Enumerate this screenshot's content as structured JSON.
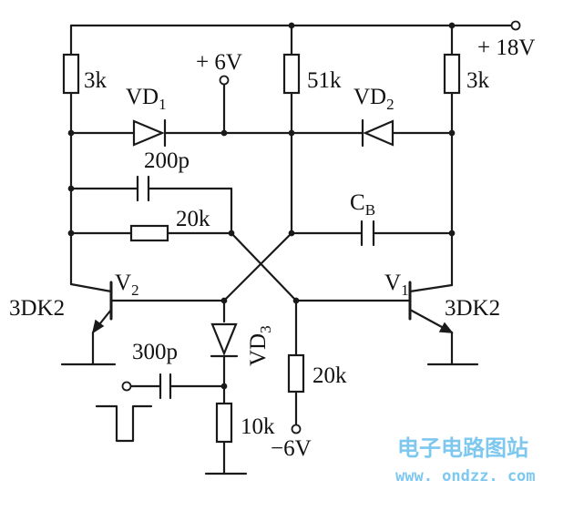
{
  "labels": {
    "supply_18v": "+ 18V",
    "supply_6v": "+ 6V",
    "supply_neg6v": "−6V",
    "r_left_top": "3k",
    "r_mid_top": "51k",
    "r_right_top": "3k",
    "d1_main": "VD",
    "d1_sub": "1",
    "d2_main": "VD",
    "d2_sub": "2",
    "d3_main": "VD",
    "d3_sub": "3",
    "c_200p": "200p",
    "r_20k_left": "20k",
    "cb_main": "C",
    "cb_sub": "B",
    "v2_main": "V",
    "v2_sub": "2",
    "v1_main": "V",
    "v1_sub": "1",
    "q_left_type": "3DK2",
    "q_right_type": "3DK2",
    "c_300p": "300p",
    "r_20k_right": "20k",
    "r_10k": "10k"
  },
  "watermark": {
    "line1": "电子电路图站",
    "line2": "www. ondzz. com",
    "color": "#7ec8f0"
  }
}
